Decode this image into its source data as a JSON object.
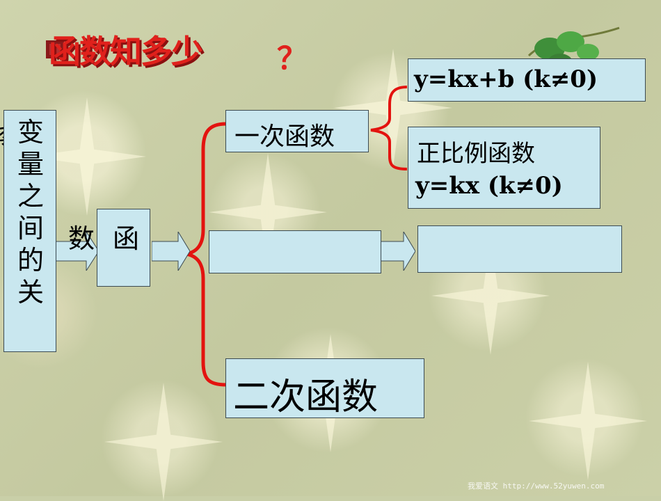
{
  "slide": {
    "title": "函数知多少",
    "title_mark": "？",
    "left_box_text": "变量之间的关",
    "left_edge_glyph": "系",
    "function_label_left": "数",
    "function_label_right": "函",
    "linear_function": "一次函数",
    "linear_formula": "y=kx+b (k≠0)",
    "proportional_name": "正比例函数",
    "proportional_formula": "y=kx (k≠0)",
    "middle_box_text": "",
    "right_box_text": "",
    "quadratic_function": "二次函数",
    "watermark": "我爱语文 http://www.52yuwen.com"
  },
  "colors": {
    "box_fill": "#c9e7ef",
    "accent_red": "#e0211c",
    "bracket_red": "#e3130f"
  }
}
